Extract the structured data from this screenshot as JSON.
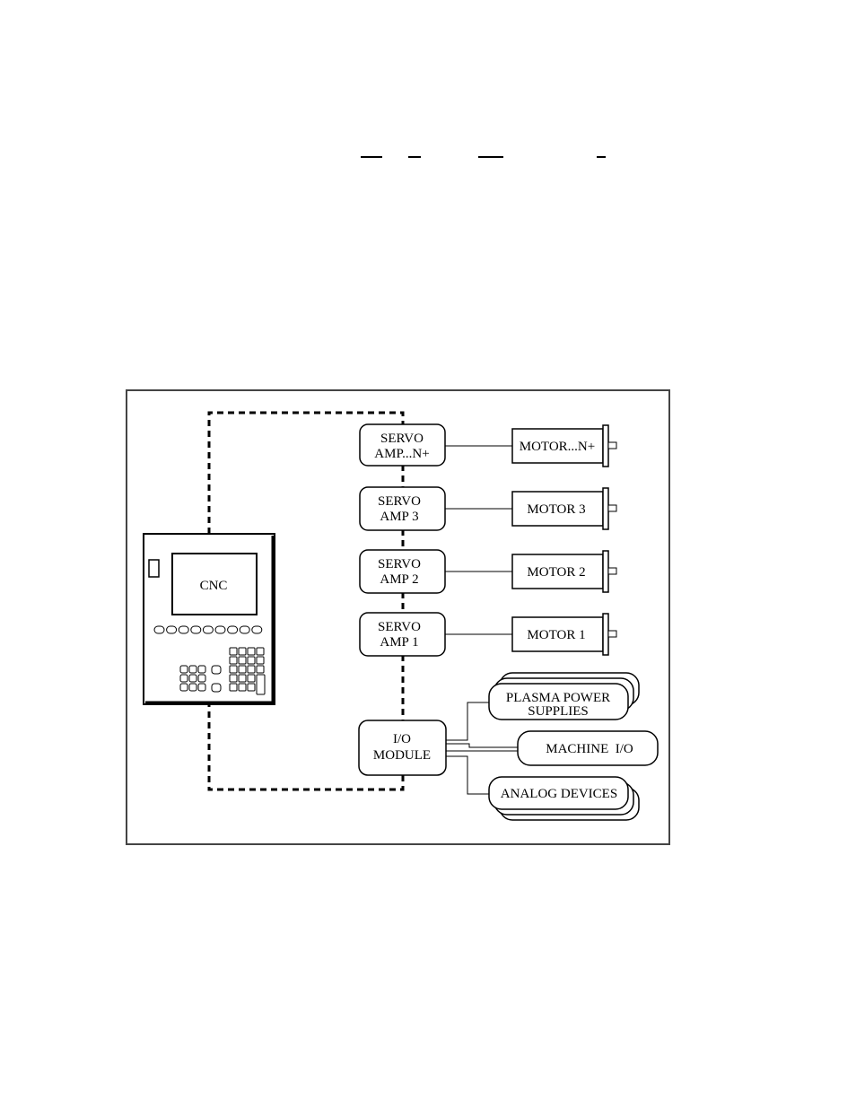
{
  "header_marks": [
    "",
    "",
    "",
    ""
  ],
  "cnc": {
    "label": "CNC",
    "softkey_count": 9
  },
  "servo_amps": [
    {
      "line1": "SERVO",
      "line2": "AMP...N+"
    },
    {
      "line1": "SERVO",
      "line2": "AMP 3"
    },
    {
      "line1": "SERVO",
      "line2": "AMP 2"
    },
    {
      "line1": "SERVO",
      "line2": "AMP 1"
    }
  ],
  "motors": [
    {
      "label": "MOTOR...N+"
    },
    {
      "label": "MOTOR 3"
    },
    {
      "label": "MOTOR 2"
    },
    {
      "label": "MOTOR 1"
    }
  ],
  "io_module": {
    "line1": "I/O",
    "line2": "MODULE"
  },
  "io_devices": {
    "plasma": {
      "line1": "PLASMA POWER",
      "line2": "SUPPLIES"
    },
    "machine_io": "MACHINE  I/O",
    "analog": "ANALOG DEVICES"
  },
  "colors": {
    "stroke": "#000000",
    "frame": "#444444",
    "background": "#ffffff"
  }
}
